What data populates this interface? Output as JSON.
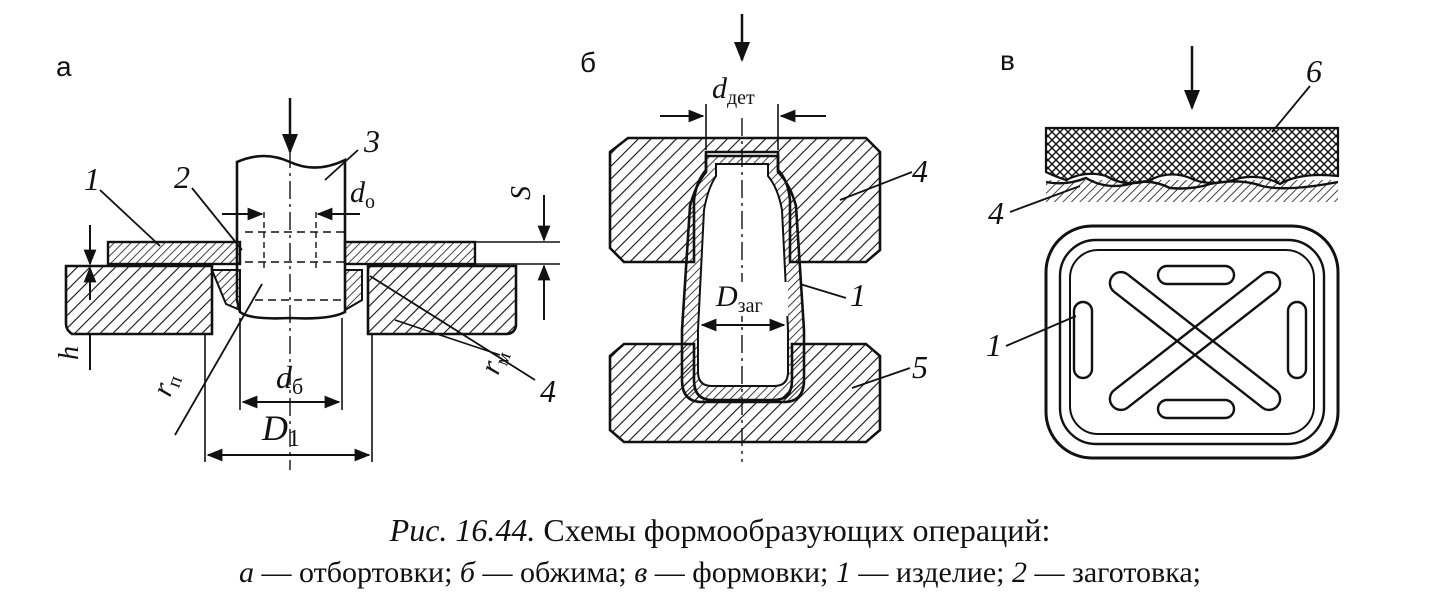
{
  "panels": {
    "a": {
      "letter": "а"
    },
    "b": {
      "letter": "б"
    },
    "v": {
      "letter": "в"
    }
  },
  "labels": {
    "a_1": "1",
    "a_2": "2",
    "a_3": "3",
    "a_4": "4",
    "a_d0": "d",
    "a_d0_sub": "о",
    "a_S": "S",
    "a_h": "h",
    "a_db": "d",
    "a_db_sub": "б",
    "a_D1": "D",
    "a_D1_sub": "1",
    "a_rp": "r",
    "a_rp_sub": "п",
    "a_rm": "r",
    "a_rm_sub": "м",
    "b_ddet": "d",
    "b_ddet_sub": "дет",
    "b_Dzag": "D",
    "b_Dzag_sub": "заг",
    "b_4": "4",
    "b_1": "1",
    "b_5": "5",
    "v_6": "6",
    "v_4": "4",
    "v_1": "1"
  },
  "caption": {
    "fig_label": "Рис. 16.44.",
    "title": "Схемы формообразующих операций:",
    "parts": [
      {
        "mark": "а",
        "text": " — отбортовки; "
      },
      {
        "mark": "б",
        "text": " — обжима; "
      },
      {
        "mark": "в",
        "text": " — формовки; "
      },
      {
        "mark": "1",
        "text": " — изделие; "
      },
      {
        "mark": "2",
        "text": " — заготовка;"
      }
    ]
  }
}
